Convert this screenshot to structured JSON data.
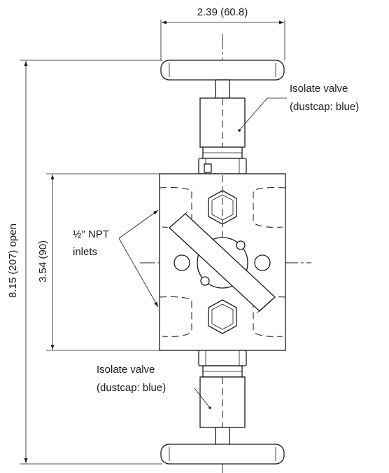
{
  "dimensions": {
    "top_width": "2.39 (60.8)",
    "overall_height": "8.15 (207) open",
    "body_height": "3.54 (90)"
  },
  "callouts": {
    "isolate_top_line1": "Isolate valve",
    "isolate_top_line2": "(dustcap: blue)",
    "isolate_bottom_line1": "Isolate valve",
    "isolate_bottom_line2": "(dustcap: blue)",
    "inlets_line1": "½″ NPT",
    "inlets_line2": "inlets"
  }
}
